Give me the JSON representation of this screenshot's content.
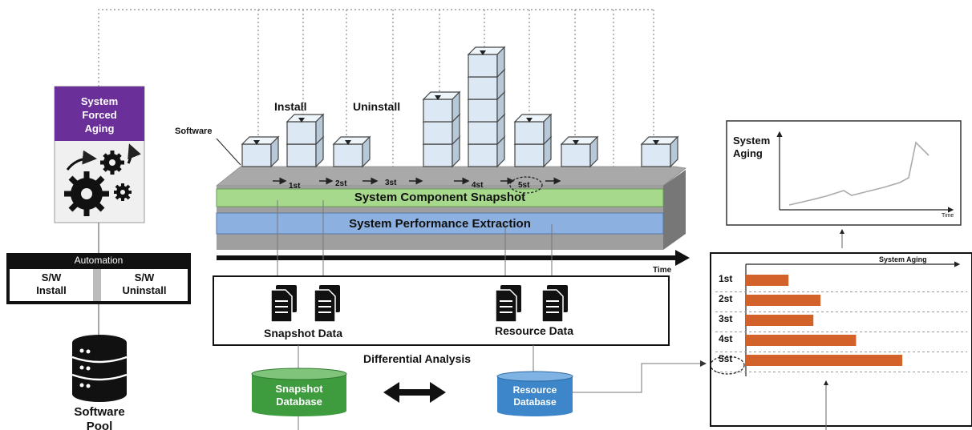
{
  "left_panel": {
    "title_lines": [
      "System",
      "Forced",
      "Aging"
    ],
    "automation_label": "Automation",
    "install_lines": [
      "S/W",
      "Install"
    ],
    "uninstall_lines": [
      "S/W",
      "Uninstall"
    ],
    "pool_lines": [
      "Software",
      "Pool"
    ]
  },
  "platform": {
    "software_label": "Software",
    "install_label": "Install",
    "uninstall_label": "Uninstall",
    "order_labels": [
      "1st",
      "2st",
      "3st",
      "4st",
      "5st"
    ],
    "snapshot_band": "System Component Snapshot",
    "performance_band": "System Performance Extraction",
    "time_label": "Time"
  },
  "data_box": {
    "snapshot_label": "Snapshot Data",
    "resource_label": "Resource Data"
  },
  "databases": {
    "analysis_label": "Differential Analysis",
    "snapshot_db_lines": [
      "Snapshot",
      "Database"
    ],
    "resource_db_lines": [
      "Resource",
      "Database"
    ]
  },
  "line_chart": {
    "ylabel_lines": [
      "System",
      "Aging"
    ],
    "xlabel": "Time"
  },
  "chart_data": {
    "type": "bar",
    "orientation": "horizontal",
    "title": "System Aging",
    "categories": [
      "1st",
      "2st",
      "3st",
      "4st",
      "5st"
    ],
    "values": [
      1.2,
      2.1,
      1.9,
      3.1,
      4.4
    ],
    "xlim": [
      0,
      6
    ],
    "grid": "dashed horizontal",
    "bar_color": "#d2612a"
  },
  "colors": {
    "purple": "#6a2f99",
    "snapshot_band": "#a6d98b",
    "performance_band": "#8cb0e0",
    "snapshot_db": "#3e9b3e",
    "resource_db": "#3c86c9",
    "bar": "#d2612a"
  }
}
